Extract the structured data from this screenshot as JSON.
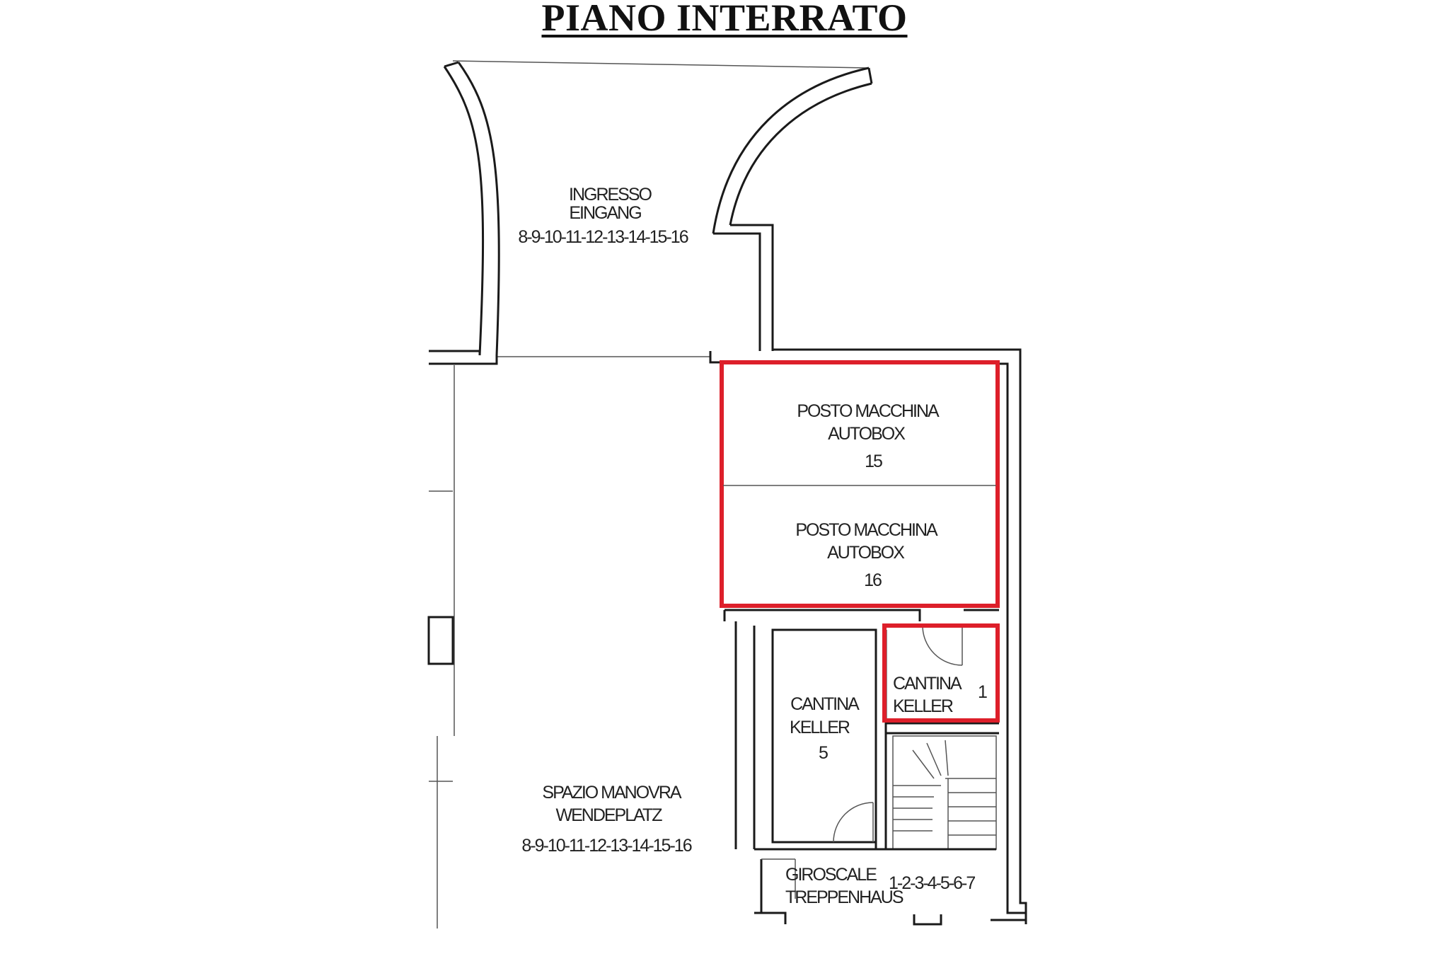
{
  "title": "PIANO INTERRATO",
  "colors": {
    "highlight": "#dd1f2a",
    "wall": "#1a1a1a",
    "text": "#222222"
  },
  "rooms": {
    "ingresso": {
      "line1": "INGRESSO",
      "line2": "EINGANG",
      "units": "8-9-10-11-12-13-14-15-16"
    },
    "autobox15": {
      "line1": "POSTO MACCHINA",
      "line2": "AUTOBOX",
      "number": "15"
    },
    "autobox16": {
      "line1": "POSTO MACCHINA",
      "line2": "AUTOBOX",
      "number": "16"
    },
    "cantina1": {
      "line1": "CANTINA",
      "line2": "KELLER",
      "number": "1"
    },
    "cantina5": {
      "line1": "CANTINA",
      "line2": "KELLER",
      "number": "5"
    },
    "spazio": {
      "line1": "SPAZIO MANOVRA",
      "line2": "WENDEPLATZ",
      "units": "8-9-10-11-12-13-14-15-16"
    },
    "giroscale": {
      "line1": "GIROSCALE",
      "line2": "TREPPENHAUS",
      "units": "1-2-3-4-5-6-7"
    }
  }
}
